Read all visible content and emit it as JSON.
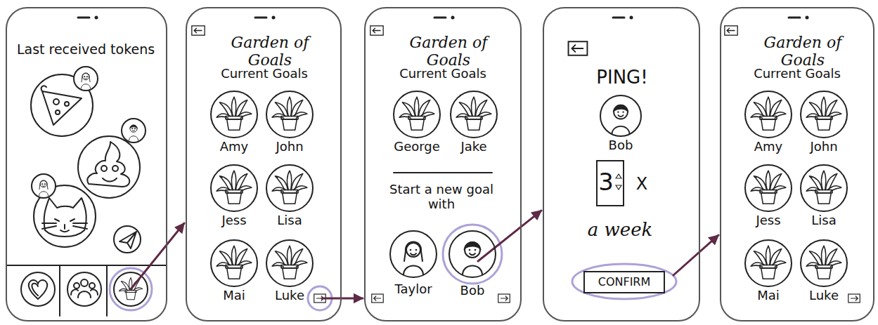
{
  "diagram": {
    "nodes": [
      {
        "text": [
          "Last received tokens"
        ]
      },
      {
        "text": [
          "Garden of Goals",
          "Current Goals"
        ]
      },
      {
        "text": [
          "Amy"
        ],
        "in": 1
      },
      {
        "text": [
          "John"
        ],
        "in": 1
      },
      {
        "text": [
          "Jess"
        ],
        "in": 1
      },
      {
        "text": [
          "Lisa"
        ],
        "in": 1
      },
      {
        "text": [
          "Mai"
        ],
        "in": 1
      },
      {
        "text": [
          "Luke"
        ],
        "in": 1
      },
      {
        "text": [
          "Garden of Goals",
          "Current Goals",
          "Start a new goal with"
        ]
      },
      {
        "text": [
          "George"
        ],
        "in": 8
      },
      {
        "text": [
          "Jake"
        ],
        "in": 8
      },
      {
        "text": [
          "Taylor"
        ],
        "in": 8
      },
      {
        "text": [
          "Bob"
        ],
        "in": 8
      },
      {
        "text": [
          "PING!",
          "X",
          "a week"
        ]
      },
      {
        "text": [
          "Bob"
        ],
        "in": 13
      },
      {
        "text": [
          "3"
        ],
        "in": 13
      },
      {
        "text": [
          "CONFIRM"
        ],
        "in": 13
      },
      {
        "text": [
          "Garden of Goals",
          "Current Goals"
        ]
      },
      {
        "text": [
          "Amy"
        ],
        "in": 17
      },
      {
        "text": [
          "John"
        ],
        "in": 17
      },
      {
        "text": [
          "Jess"
        ],
        "in": 17
      },
      {
        "text": [
          "Lisa"
        ],
        "in": 17
      },
      {
        "text": [
          "Mai"
        ],
        "in": 17
      },
      {
        "text": [
          "Luke"
        ],
        "in": 17
      }
    ],
    "edges": [
      {
        "from": 0,
        "to": 1,
        "arrow": "to"
      },
      {
        "from": 1,
        "to": 8,
        "arrow": "to"
      },
      {
        "from": 12,
        "to": 13,
        "arrow": "to"
      },
      {
        "from": 16,
        "to": 17,
        "arrow": "to"
      }
    ]
  }
}
